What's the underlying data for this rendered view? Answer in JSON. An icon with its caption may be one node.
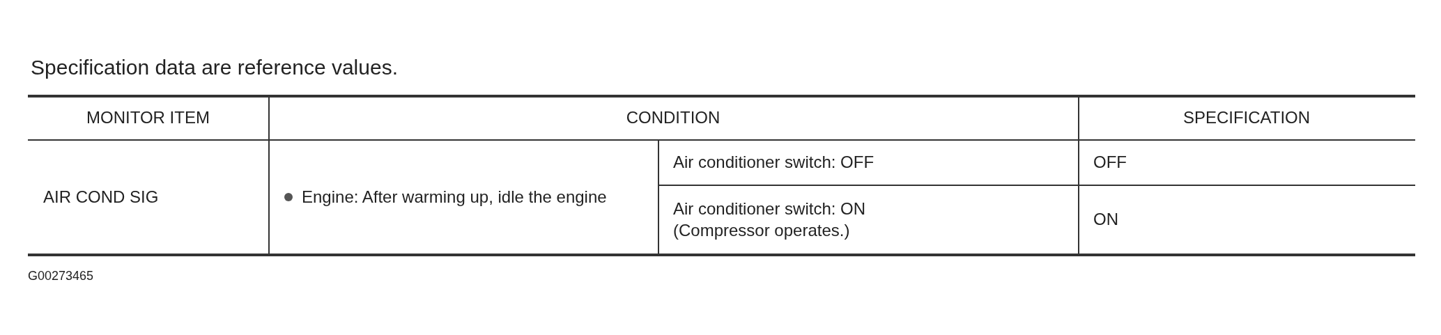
{
  "diagram": {
    "title": "Specification data are reference values.",
    "labels": [
      "MONITOR ITEM",
      "CONDITION",
      "SPECIFICATION",
      "AIR COND SIG",
      "Engine: After warming up, idle the engine",
      "Air conditioner switch: OFF",
      "OFF",
      "Air conditioner switch: ON (Compressor operates.)",
      "ON",
      "G00273465"
    ]
  }
}
